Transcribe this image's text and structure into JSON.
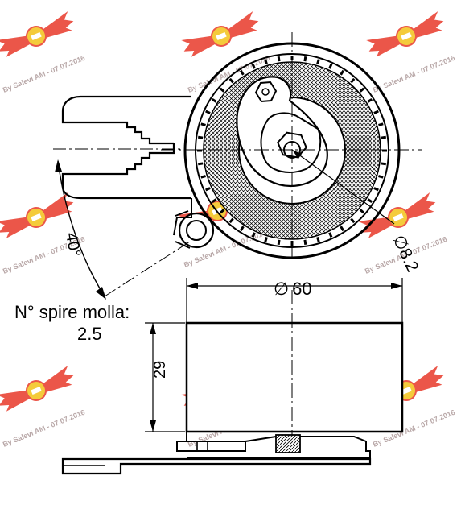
{
  "dimensions": {
    "outer_diameter": "60",
    "bore_diameter": "8.2",
    "height": "29",
    "angle": "40",
    "diameter_symbol": "∅",
    "degree_symbol": "°"
  },
  "note": {
    "line1": "N° spire molla:",
    "line2": "2.5"
  },
  "watermark": {
    "text": "By Salevi AM - 07.07.2016",
    "logo_icon": "winged-car-logo",
    "logo_color": "#e8392a"
  },
  "colors": {
    "stroke": "#000000",
    "background": "#ffffff"
  }
}
